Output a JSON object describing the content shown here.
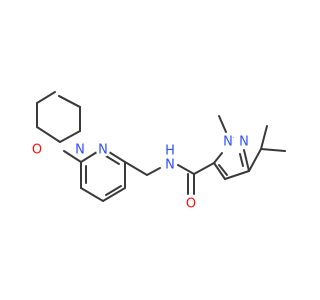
{
  "molecule": {
    "atoms": {
      "o_morpholine": {
        "text": "O",
        "color": "#ff0d0d"
      },
      "n_morpholine": {
        "text": "N",
        "color": "#3050f8"
      },
      "n_pyridine": {
        "text": "N",
        "color": "#3050f8"
      },
      "n_amide": {
        "text": "N",
        "color": "#3050f8"
      },
      "h_amide": {
        "text": "H",
        "color": "#3050f8"
      },
      "o_carbonyl": {
        "text": "O",
        "color": "#ff0d0d"
      },
      "n1_pyrazole": {
        "text": "N",
        "color": "#3050f8"
      },
      "n2_pyrazole": {
        "text": "N",
        "color": "#3050f8"
      }
    },
    "bond_color": "#3a3a3a"
  }
}
